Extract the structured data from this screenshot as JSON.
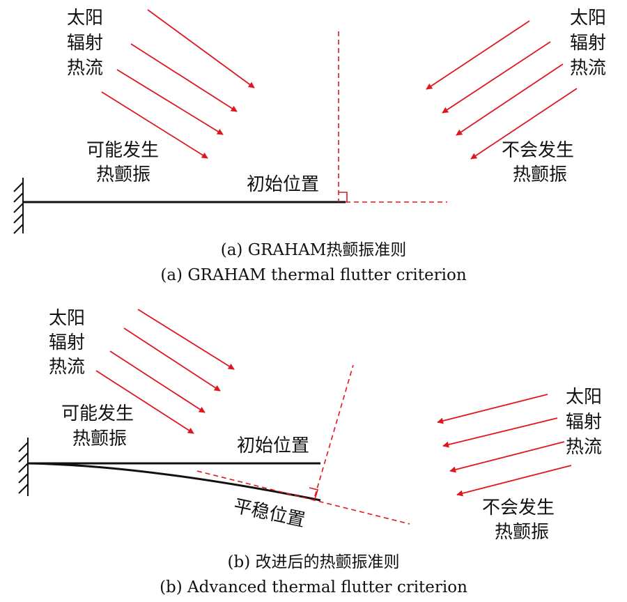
{
  "colors": {
    "arrow": "#e0161e",
    "ink": "#111111",
    "dashed": "#e0161e"
  },
  "panel_a": {
    "left_heat_label": [
      "太阳",
      "辐射",
      "热流"
    ],
    "left_effect_label": [
      "可能发生",
      "热颤振"
    ],
    "right_heat_label": [
      "太阳",
      "辐射",
      "热流"
    ],
    "right_effect_label": [
      "不会发生",
      "热颤振"
    ],
    "initial_position": "初始位置",
    "caption_cn": "(a) GRAHAM热颤振准则",
    "caption_en": "(a) GRAHAM thermal flutter criterion"
  },
  "panel_b": {
    "left_heat_label": [
      "太阳",
      "辐射",
      "热流"
    ],
    "left_effect_label": [
      "可能发生",
      "热颤振"
    ],
    "right_heat_label": [
      "太阳",
      "辐射",
      "热流"
    ],
    "right_effect_label": [
      "不会发生",
      "热颤振"
    ],
    "initial_position": "初始位置",
    "stable_position": "平稳位置",
    "caption_cn": "(b) 改进后的热颤振准则",
    "caption_en": "(b) Advanced thermal flutter criterion"
  }
}
